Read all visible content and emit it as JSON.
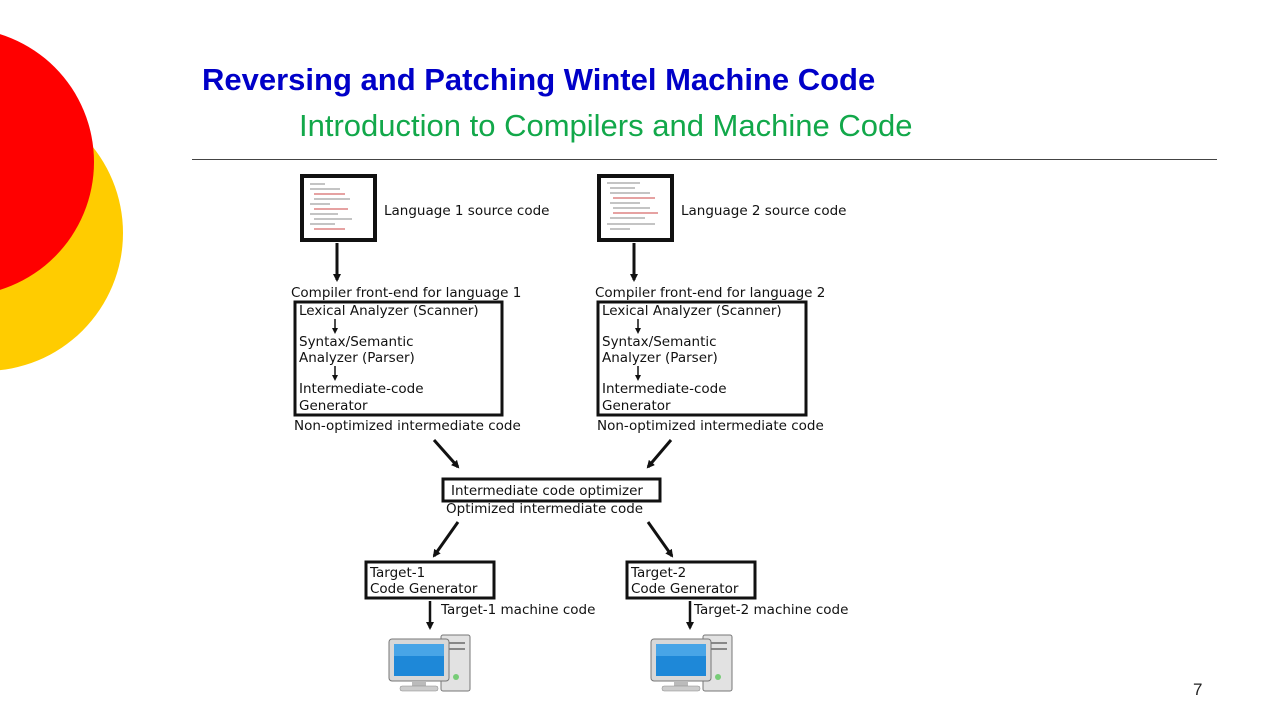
{
  "slide": {
    "title": "Reversing and Patching Wintel Machine Code",
    "subtitle": "Introduction to Compilers and Machine Code",
    "page_number": "7"
  },
  "colors": {
    "title": "#0000C8",
    "subtitle": "#12A84A",
    "deco_red": "#FF0000",
    "deco_yellow": "#FFCC00"
  },
  "diagram": {
    "source1_label": "Language 1 source code",
    "source2_label": "Language 2 source code",
    "frontend1": {
      "label": "Compiler front-end for language 1",
      "lexical": "Lexical Analyzer (Scanner)",
      "syntax_line1": "Syntax/Semantic",
      "syntax_line2": "Analyzer (Parser)",
      "intermediate_line1": "Intermediate-code",
      "intermediate_line2": "Generator",
      "output": "Non-optimized intermediate code"
    },
    "frontend2": {
      "label": "Compiler front-end for language 2",
      "lexical": "Lexical Analyzer (Scanner)",
      "syntax_line1": "Syntax/Semantic",
      "syntax_line2": "Analyzer (Parser)",
      "intermediate_line1": "Intermediate-code",
      "intermediate_line2": "Generator",
      "output": "Non-optimized intermediate code"
    },
    "optimizer": {
      "label": "Intermediate code optimizer",
      "output": "Optimized intermediate code"
    },
    "target1": {
      "line1": "Target-1",
      "line2": "Code Generator",
      "output": "Target-1 machine code"
    },
    "target2": {
      "line1": "Target-2",
      "line2": "Code Generator",
      "output": "Target-2 machine code"
    }
  }
}
